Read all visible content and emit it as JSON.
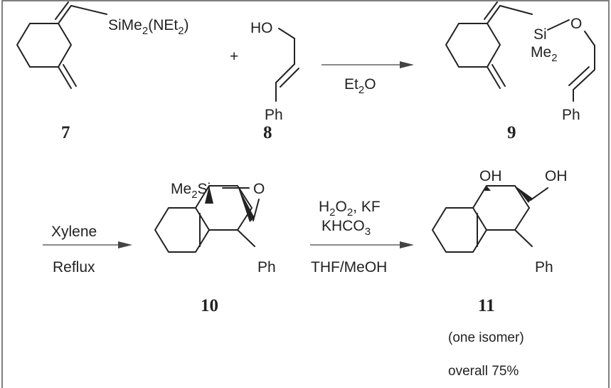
{
  "compounds": {
    "c7": {
      "number": "7",
      "group_main": "SiMe",
      "group_sub1": "2",
      "group_mid": "(NEt",
      "group_sub2": "2",
      "group_end": ")"
    },
    "c8": {
      "number": "8",
      "oh": "HO",
      "ph": "Ph"
    },
    "c9": {
      "number": "9",
      "si": "Si",
      "o": "O",
      "me": "Me",
      "me_sub": "2",
      "ph": "Ph"
    },
    "c10": {
      "number": "10",
      "me": "Me",
      "me_sub": "2",
      "si": "Si",
      "o": "O",
      "ph": "Ph"
    },
    "c11": {
      "number": "11",
      "oh1": "OH",
      "oh2": "OH",
      "ph": "Ph"
    }
  },
  "plus": "+",
  "step1": {
    "reagent": "Et",
    "reagent_sub": "2",
    "reagent_end": "O"
  },
  "step2": {
    "top": "Xylene",
    "bottom": "Reflux"
  },
  "step3": {
    "line1_a": "H",
    "line1_sub1": "2",
    "line1_b": "O",
    "line1_sub2": "2",
    "line1_c": ", KF",
    "line2_a": "KHCO",
    "line2_sub": "3",
    "line3": "THF/MeOH"
  },
  "notes": {
    "isomer": "(one isomer)",
    "yield": "overall 75%"
  },
  "colors": {
    "ink": "#222222",
    "arrow": "#444444",
    "border": "#555555",
    "background": "#ffffff"
  }
}
